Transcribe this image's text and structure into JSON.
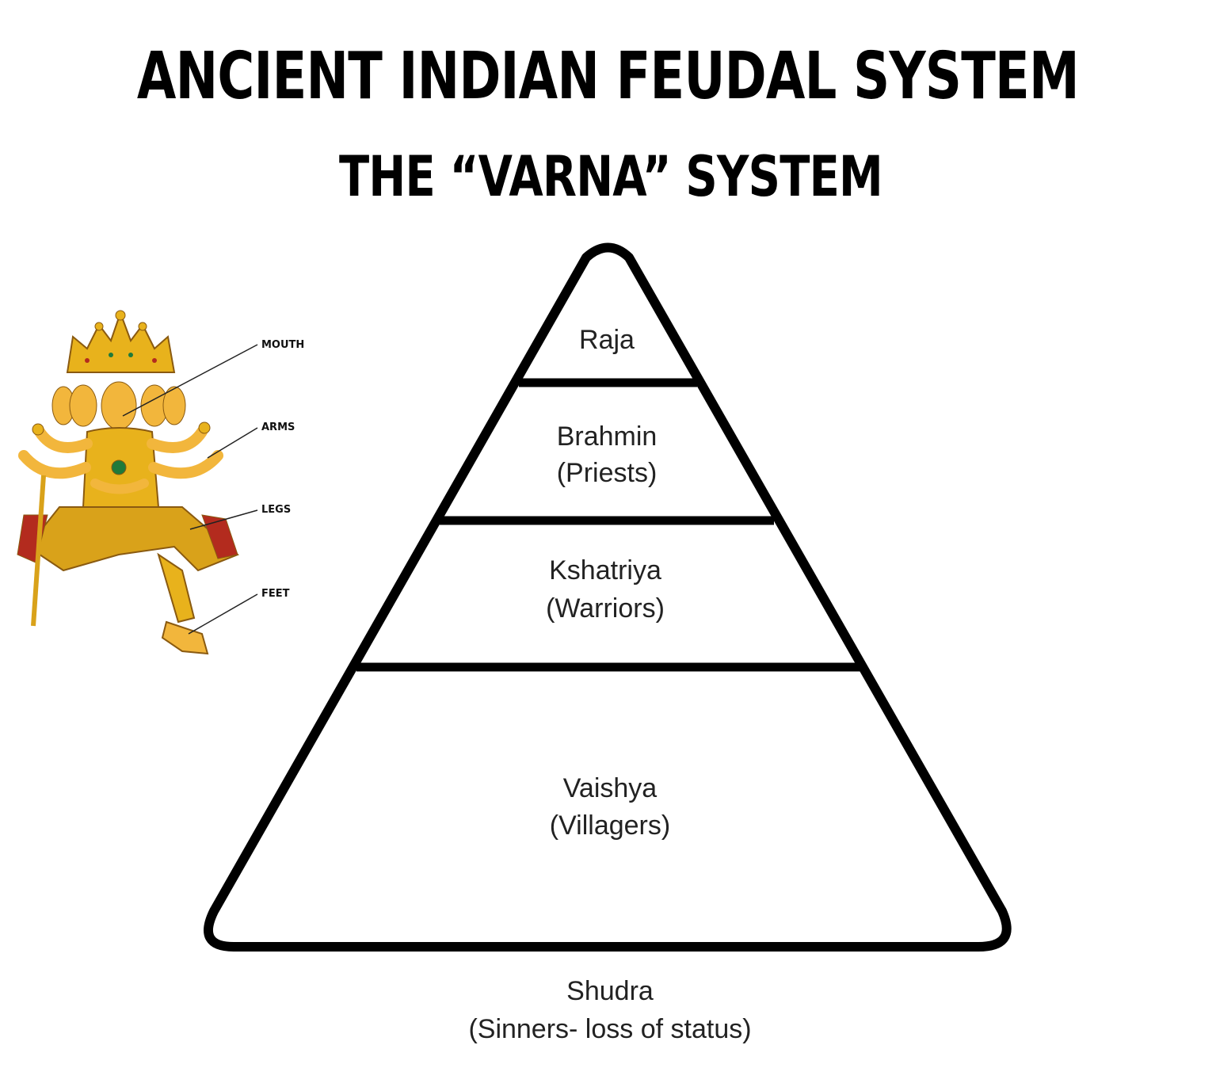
{
  "header": {
    "title": "ANCIENT INDIAN FEUDAL SYSTEM",
    "subtitle": "THE “VARNA” SYSTEM"
  },
  "pyramid": {
    "tiers": [
      {
        "name": "Raja",
        "description": ""
      },
      {
        "name": "Brahmin",
        "description": "(Priests)"
      },
      {
        "name": "Kshatriya",
        "description": "(Warriors)"
      },
      {
        "name": "Vaishya",
        "description": "(Villagers)"
      }
    ],
    "below": {
      "name": "Shudra",
      "description": "(Sinners- loss of status)"
    }
  },
  "figure": {
    "labels": [
      "MOUTH",
      "ARMS",
      "LEGS",
      "FEET"
    ],
    "colors": {
      "gold": "#e8b21c",
      "skin": "#f2b63c",
      "dark": "#8a5a10",
      "green": "#1f7a3a",
      "red": "#b32b1e"
    }
  }
}
